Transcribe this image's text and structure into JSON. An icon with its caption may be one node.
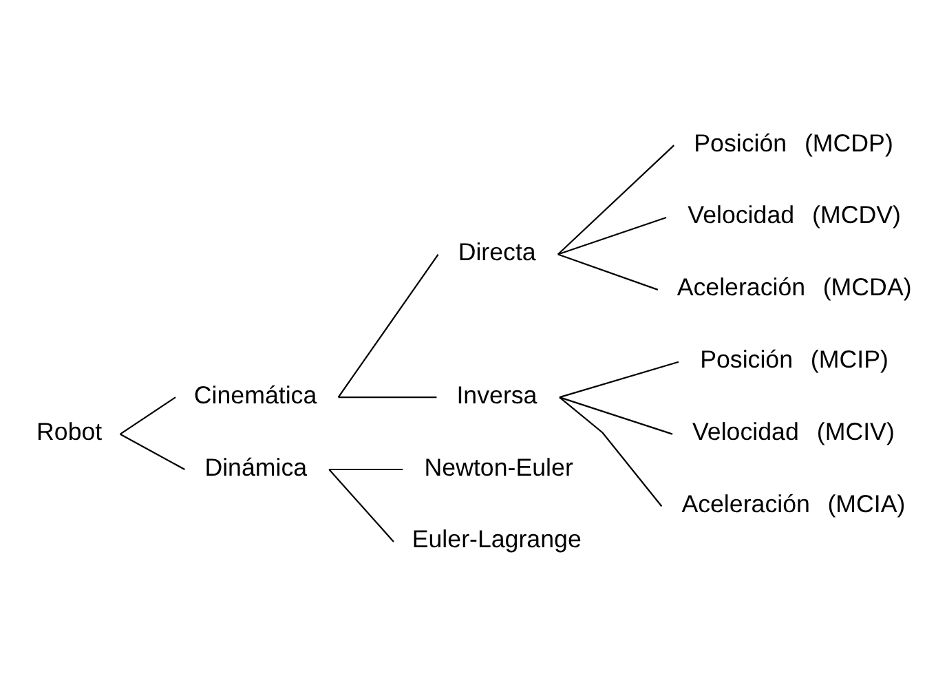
{
  "diagram": {
    "nodes": [
      {
        "text": [
          "Robot"
        ]
      },
      {
        "text": [
          "Cinemática"
        ]
      },
      {
        "text": [
          "Directa"
        ]
      },
      {
        "text": [
          "Posición"
        ],
        "beside": [
          "(MCDP)"
        ]
      },
      {
        "text": [
          "Velocidad"
        ],
        "beside": [
          "(MCDV)"
        ]
      },
      {
        "text": [
          "Aceleración"
        ],
        "beside": [
          "(MCDA)"
        ]
      },
      {
        "text": [
          "Inversa"
        ]
      },
      {
        "text": [
          "Posición"
        ],
        "beside": [
          "(MCIP)"
        ]
      },
      {
        "text": [
          "Velocidad"
        ],
        "beside": [
          "(MCIV)"
        ]
      },
      {
        "text": [
          "Aceleración"
        ],
        "beside": [
          "(MCIA)"
        ]
      },
      {
        "text": [
          "Dinámica"
        ]
      },
      {
        "text": [
          "Newton-Euler"
        ]
      },
      {
        "text": [
          "Euler-Lagrange"
        ]
      }
    ],
    "edges": [
      {
        "from": 0,
        "to": 1,
        "arrow": "none"
      },
      {
        "from": 0,
        "to": 10,
        "arrow": "none"
      },
      {
        "from": 1,
        "to": 2,
        "arrow": "none"
      },
      {
        "from": 1,
        "to": 6,
        "arrow": "none"
      },
      {
        "from": 2,
        "to": 3,
        "arrow": "none"
      },
      {
        "from": 2,
        "to": 4,
        "arrow": "none"
      },
      {
        "from": 2,
        "to": 5,
        "arrow": "none"
      },
      {
        "from": 6,
        "to": 7,
        "arrow": "none"
      },
      {
        "from": 6,
        "to": 8,
        "arrow": "none"
      },
      {
        "from": 6,
        "to": 9,
        "arrow": "none"
      },
      {
        "from": 10,
        "to": 11,
        "arrow": "none"
      },
      {
        "from": 10,
        "to": 12,
        "arrow": "none"
      }
    ]
  }
}
